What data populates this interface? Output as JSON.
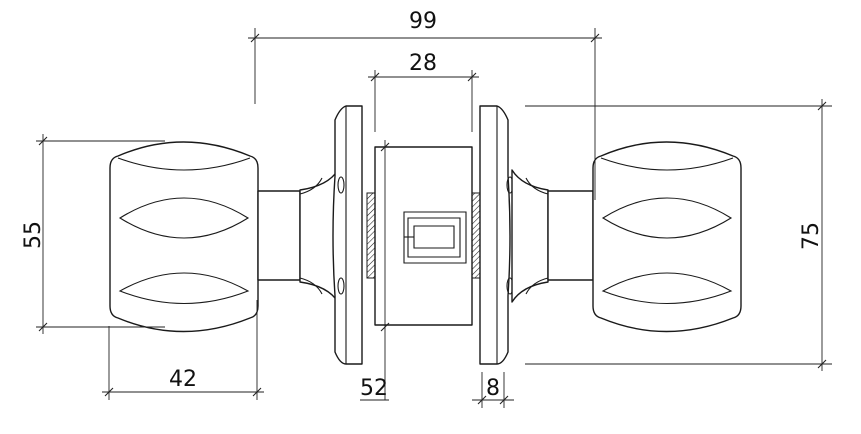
{
  "diagram": {
    "dimensions": {
      "overall_width": "99",
      "latch_width": "28",
      "rose_height": "75",
      "knob_height": "55",
      "knob_depth": "42",
      "latch_offset": "52",
      "rose_thickness": "8"
    }
  }
}
